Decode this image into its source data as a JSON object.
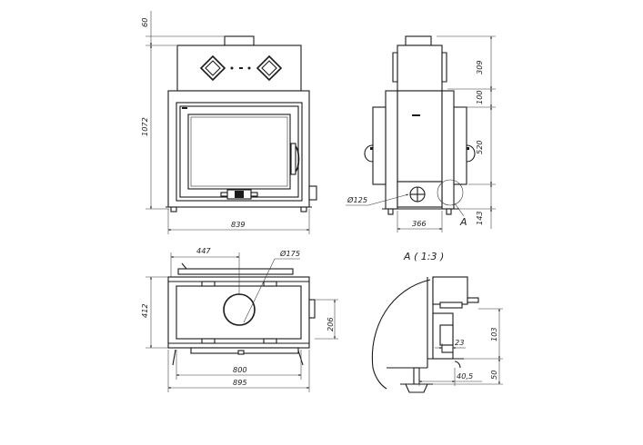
{
  "dimensions": {
    "front_top_60": "60",
    "front_height_1072": "1072",
    "front_width_839": "839",
    "side_309": "309",
    "side_100": "100",
    "side_520": "520",
    "side_143": "143",
    "side_366": "366",
    "side_dia_125": "Ø125",
    "side_detail_marker": "A",
    "plan_447": "447",
    "plan_dia_175": "Ø175",
    "plan_412": "412",
    "plan_206": "206",
    "plan_800": "800",
    "plan_895": "895",
    "detail_23": "23",
    "detail_103": "103",
    "detail_40_5": "40,5",
    "detail_50": "50"
  },
  "detail_title": "A ( 1:3 )"
}
